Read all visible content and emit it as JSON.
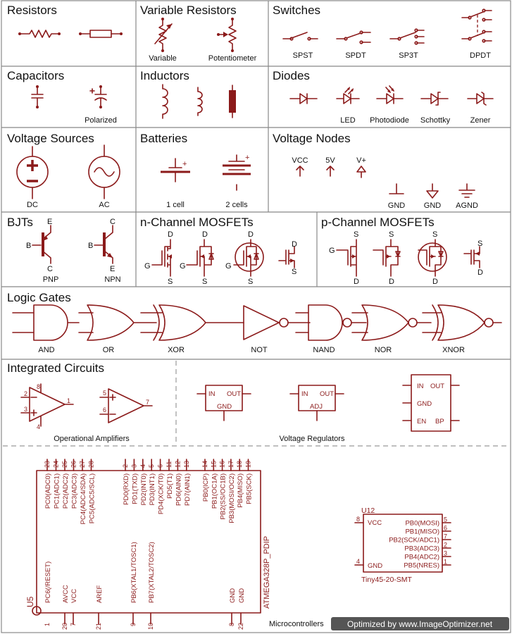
{
  "sections": {
    "resistors": {
      "title": "Resistors"
    },
    "variable_resistors": {
      "title": "Variable Resistors",
      "labels": [
        "Variable",
        "Potentiometer"
      ]
    },
    "switches": {
      "title": "Switches",
      "labels": [
        "SPST",
        "SPDT",
        "SP3T",
        "DPDT"
      ]
    },
    "capacitors": {
      "title": "Capacitors",
      "labels": [
        "Polarized"
      ]
    },
    "inductors": {
      "title": "Inductors"
    },
    "diodes": {
      "title": "Diodes",
      "labels": [
        "LED",
        "Photodiode",
        "Schottky",
        "Zener"
      ]
    },
    "voltage_sources": {
      "title": "Voltage Sources",
      "labels": [
        "DC",
        "AC"
      ]
    },
    "batteries": {
      "title": "Batteries",
      "labels": [
        "1 cell",
        "2 cells"
      ]
    },
    "voltage_nodes": {
      "title": "Voltage Nodes",
      "labels": [
        "VCC",
        "5V",
        "V+",
        "GND",
        "GND",
        "AGND"
      ]
    },
    "bjts": {
      "title": "BJTs",
      "labels": [
        "PNP",
        "NPN"
      ]
    },
    "n_mosfets": {
      "title": "n-Channel MOSFETs"
    },
    "p_mosfets": {
      "title": "p-Channel MOSFETs"
    },
    "logic_gates": {
      "title": "Logic Gates",
      "labels": [
        "AND",
        "OR",
        "XOR",
        "NOT",
        "NAND",
        "NOR",
        "XNOR"
      ]
    },
    "integrated_circuits": {
      "title": "Integrated Circuits",
      "labels": [
        "Operational Amplifiers",
        "Voltage Regulators"
      ]
    },
    "microcontrollers": {
      "label": "Microcontrollers"
    }
  },
  "pins": {
    "b": "B",
    "c": "C",
    "e": "E",
    "d": "D",
    "g": "G",
    "s": "S"
  },
  "plus": "+",
  "minus": "−",
  "opamp_pins": {
    "a": [
      "2",
      "3",
      "8",
      "4",
      "1"
    ],
    "b": [
      "5",
      "6",
      "7"
    ]
  },
  "regulators": {
    "r1": [
      "IN",
      "OUT",
      "GND"
    ],
    "r2": [
      "IN",
      "OUT",
      "ADJ"
    ],
    "r3": [
      "IN",
      "OUT",
      "GND",
      "EN",
      "BP"
    ]
  },
  "atmega": {
    "name": "ATMEGA328P_PDIP",
    "ref": "U5",
    "top_left_pins": [
      "23",
      "24",
      "25",
      "26",
      "27",
      "28"
    ],
    "top_left_labels": [
      "PC0(ADC0)",
      "PC1(ADC1)",
      "PC2(ADC2)",
      "PC3(ADC3)",
      "PC4(ADC4/SDA)",
      "PC5(ADC5/SCL)"
    ],
    "top_mid_pins": [
      "2",
      "3",
      "4",
      "5",
      "6",
      "11",
      "12",
      "13"
    ],
    "top_mid_labels": [
      "PD0(RXD)",
      "PD1(TXD)",
      "PD2(INT0)",
      "PD3(INT1)",
      "PD4(XCK/T0)",
      "PD5(T1)",
      "PD6(AIN0)",
      "PD7(AIN1)"
    ],
    "top_right_pins": [
      "14",
      "15",
      "16",
      "17",
      "18",
      "19"
    ],
    "top_right_labels": [
      "PB0(ICP)",
      "PB1(OC1A)",
      "PB2(SS/OC1B)",
      "PB3(MOSI/OC2)",
      "PB4(MISO)",
      "PB5(SCK)"
    ],
    "bottom_labels": [
      "PC6(/RESET)",
      "AVCC",
      "VCC",
      "AREF",
      "PB6(XTAL1/TOSC1)",
      "PB7(XTAL2/TOSC2)",
      "GND",
      "GND"
    ],
    "bottom_pins": [
      "1",
      "20",
      "7",
      "21",
      "9",
      "10",
      "8",
      "22"
    ]
  },
  "tiny": {
    "ref": "U12",
    "name": "Tiny45-20-SMT",
    "left_labels": [
      "VCC",
      "GND"
    ],
    "left_pins": [
      "8",
      "4"
    ],
    "right_labels": [
      "PB0(MOSI)",
      "PB1(MISO)",
      "PB2(SCK/ADC1)",
      "PB3(ADC3)",
      "PB4(ADC2)",
      "PB5(NRES)"
    ],
    "right_pins": [
      "5",
      "6",
      "7",
      "2",
      "3",
      "1"
    ]
  },
  "watermark": "Optimized by www.ImageOptimizer.net",
  "colors": {
    "symbol": "#8b1a1a",
    "grid": "#888888",
    "background": "#ffffff"
  }
}
